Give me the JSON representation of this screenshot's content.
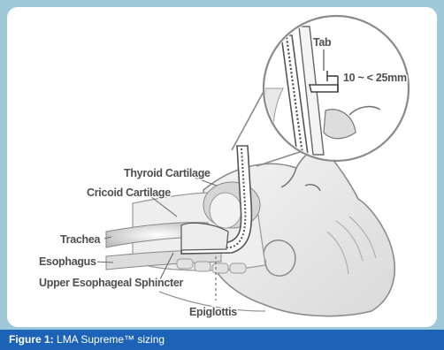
{
  "figure": {
    "number_label": "Figure 1:",
    "caption": "LMA Supreme™ sizing"
  },
  "labels": {
    "tab": "Tab",
    "measurement": "10 ~ < 25mm",
    "thyroid_cartilage": "Thyroid Cartilage",
    "cricoid_cartilage": "Cricoid Cartilage",
    "trachea": "Trachea",
    "esophagus": "Esophagus",
    "upper_esophageal_sphincter": "Upper Esophageal Sphincter",
    "epiglottis": "Epiglottis"
  },
  "colors": {
    "frame": "#9fc9d8",
    "caption_bar": "#1c63b7",
    "label_text": "#4f4f4f"
  }
}
